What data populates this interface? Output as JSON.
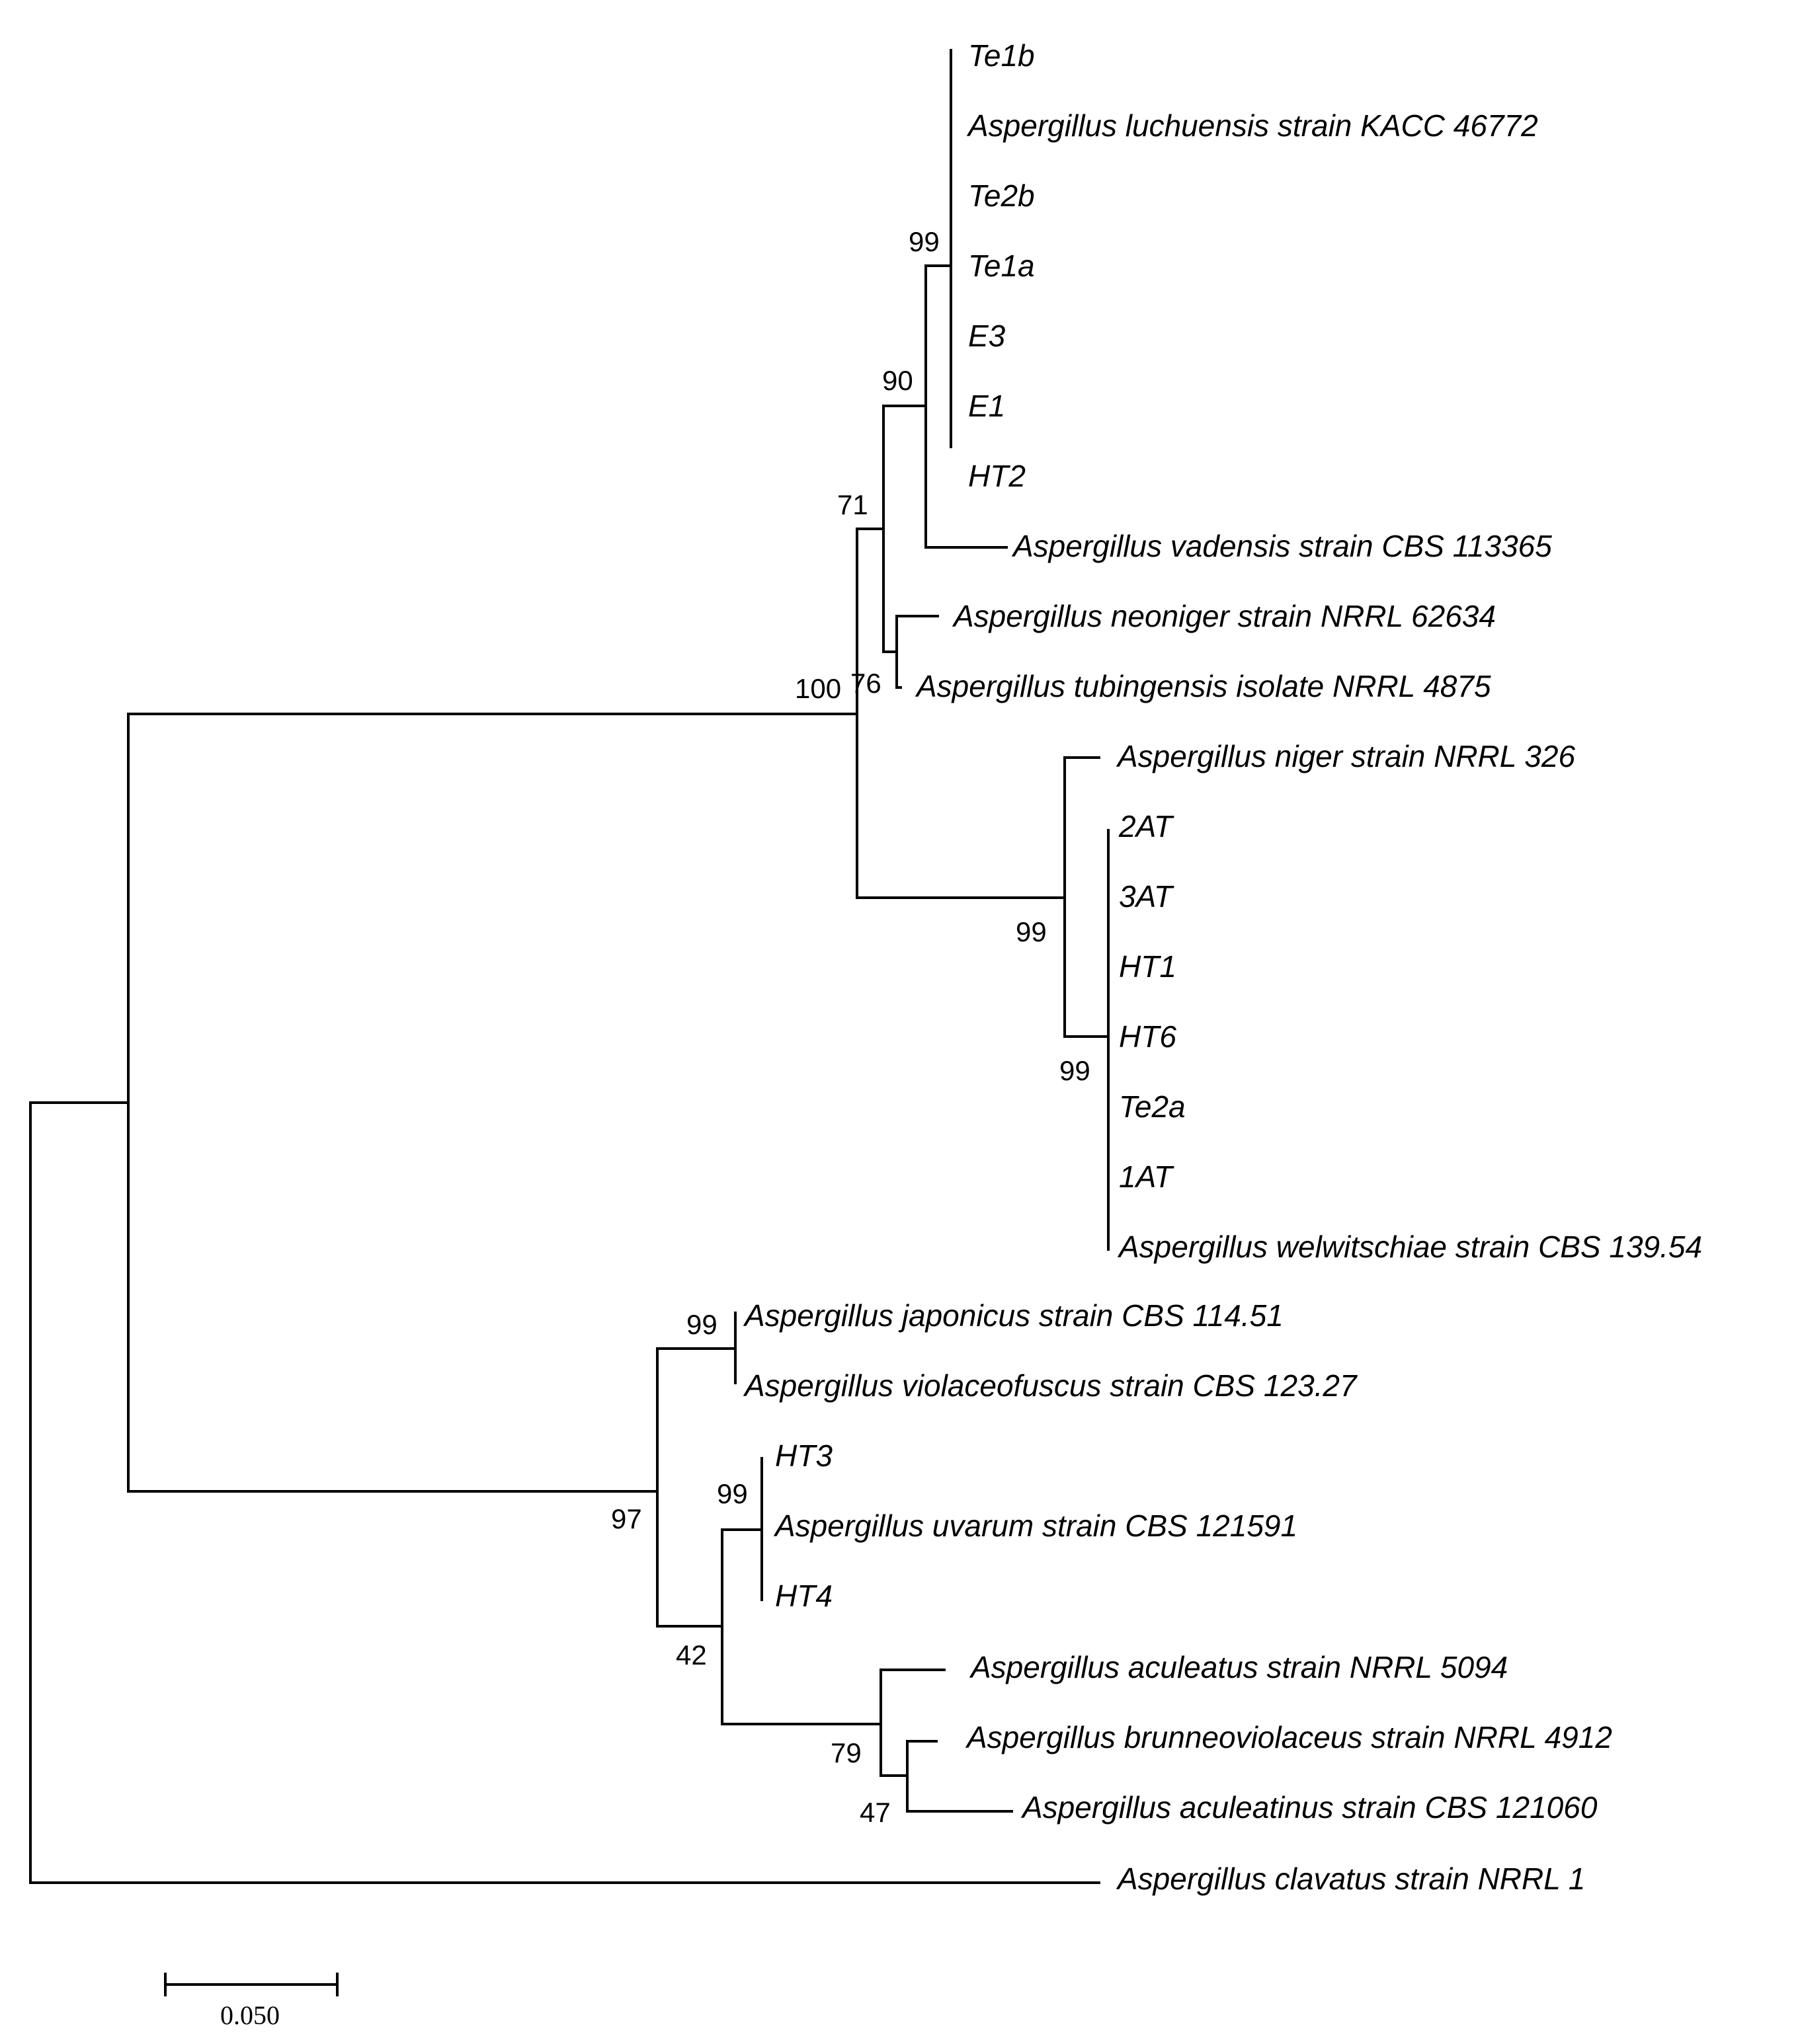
{
  "tree": {
    "line_color": "#000000",
    "taxa": {
      "te1b": "Te1b",
      "luchuensis": "Aspergillus luchuensis strain KACC 46772",
      "te2b": "Te2b",
      "te1a": "Te1a",
      "e3": "E3",
      "e1": "E1",
      "ht2": "HT2",
      "vadensis": "Aspergillus vadensis strain CBS 113365",
      "neoniger": "Aspergillus neoniger strain NRRL 62634",
      "tubingensis": "Aspergillus tubingensis isolate NRRL 4875",
      "niger": "Aspergillus niger strain NRRL 326",
      "at2": "2AT",
      "at3": "3AT",
      "ht1": "HT1",
      "ht6": "HT6",
      "te2a": "Te2a",
      "at1": "1AT",
      "welwitschiae": "Aspergillus welwitschiae strain CBS 139.54",
      "japonicus": "Aspergillus japonicus strain CBS 114.51",
      "violaceofuscus": "Aspergillus violaceofuscus strain CBS 123.27",
      "ht3": "HT3",
      "uvarum": "Aspergillus uvarum strain CBS 121591",
      "ht4": "HT4",
      "aculeatus": "Aspergillus aculeatus strain NRRL 5094",
      "brunneoviolaceus": "Aspergillus brunneoviolaceus strain NRRL 4912",
      "aculeatinus": "Aspergillus aculeatinus strain CBS 121060",
      "clavatus": "Aspergillus clavatus strain NRRL 1"
    },
    "support": {
      "luchuensis_clade": "99",
      "luchuensis_vadensis": "90",
      "neoniger_tubingensis": "76",
      "tubingensis_group": "71",
      "niger_group": "100",
      "niger_welwitschiae": "99",
      "welwitschiae_clade": "99",
      "japonicus_violaceofuscus": "99",
      "uvarum_clade": "99",
      "japonicus_uvarum_aculeatus": "97",
      "uvarum_aculeatus": "42",
      "aculeatus_group": "79",
      "brunneo_aculeatinus": "47"
    },
    "scale_bar": {
      "label": "0.050",
      "value": 0.05
    }
  }
}
